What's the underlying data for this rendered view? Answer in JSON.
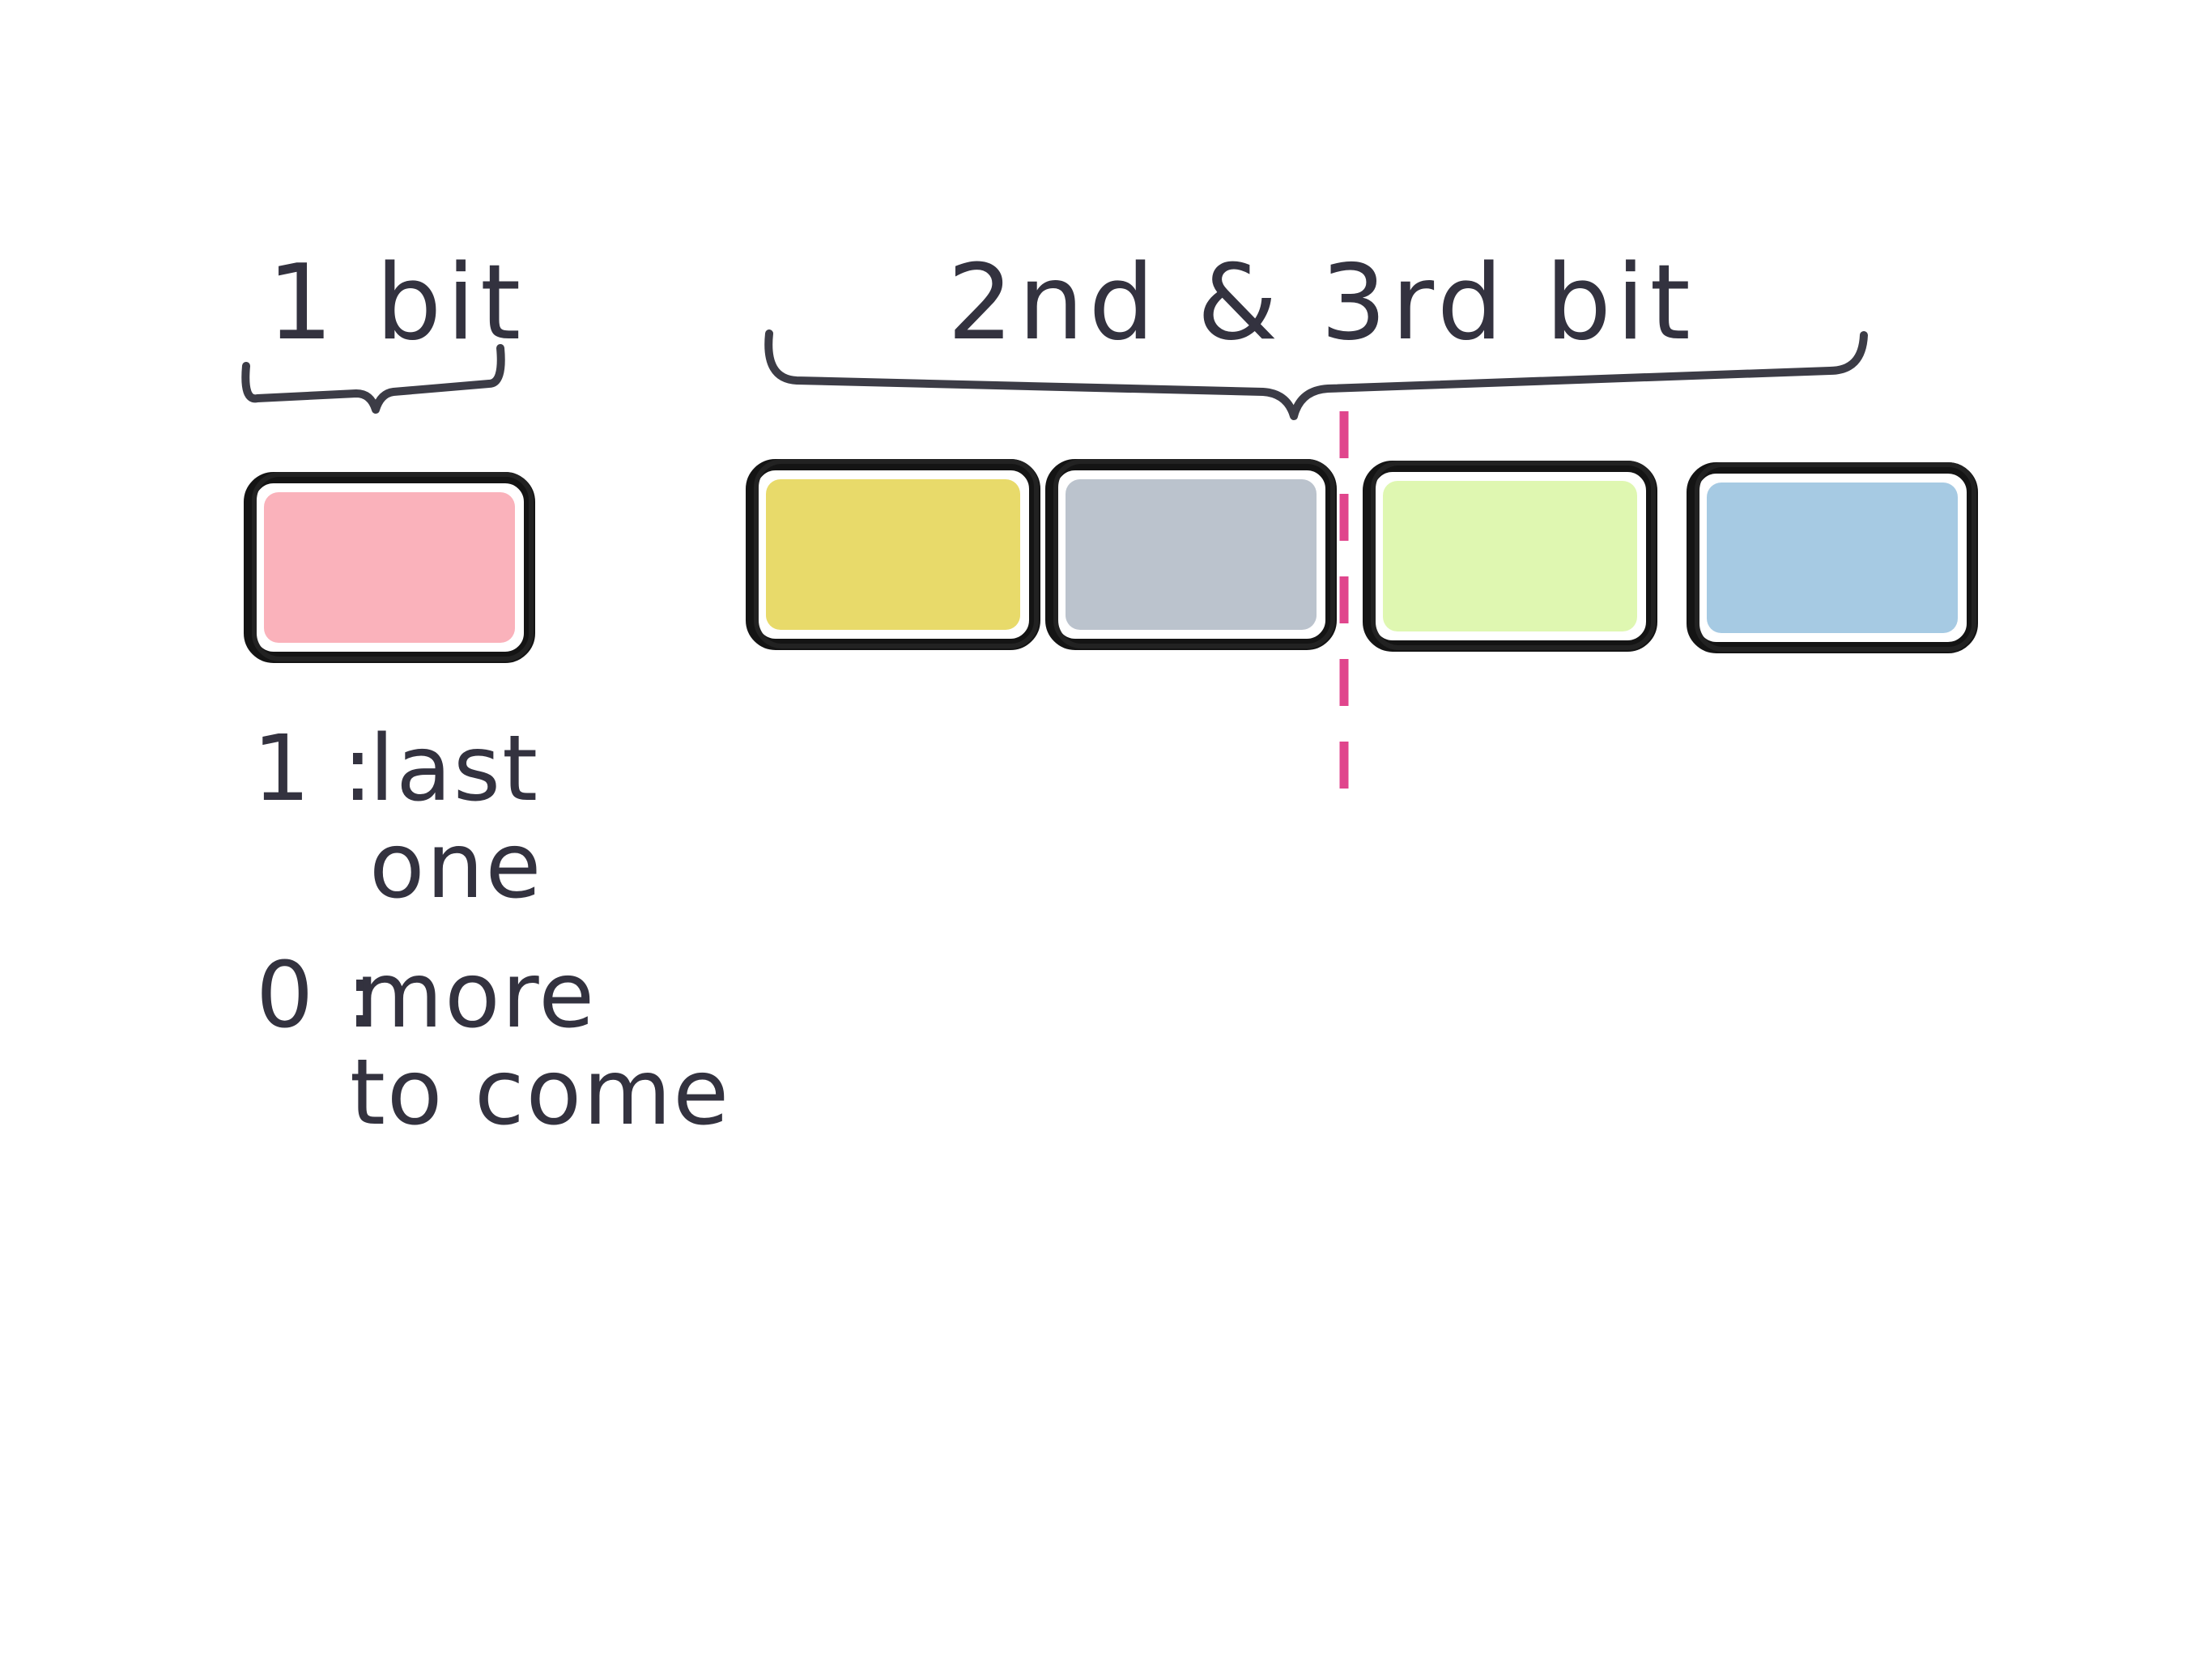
{
  "brace_left": {
    "label": "1 bit"
  },
  "brace_right": {
    "label": "2nd & 3rd bit"
  },
  "note": {
    "line1_key": "1 :",
    "line1_value": "last",
    "line1_value2": "one",
    "line2_key": "0 :",
    "line2_value": "more",
    "line2_value2": "to come"
  },
  "cells": [
    {
      "name": "flag-cell",
      "color": "#f9aab4"
    },
    {
      "name": "value-cell-1",
      "color": "#e6d65a"
    },
    {
      "name": "value-cell-2",
      "color": "#b4bcc8"
    },
    {
      "name": "value-cell-3",
      "color": "#dcf6a8"
    },
    {
      "name": "value-cell-4",
      "color": "#9cc4e0"
    }
  ],
  "colors": {
    "ink": "#33323f",
    "divider": "#e0458c",
    "box_outline": "#141414"
  }
}
